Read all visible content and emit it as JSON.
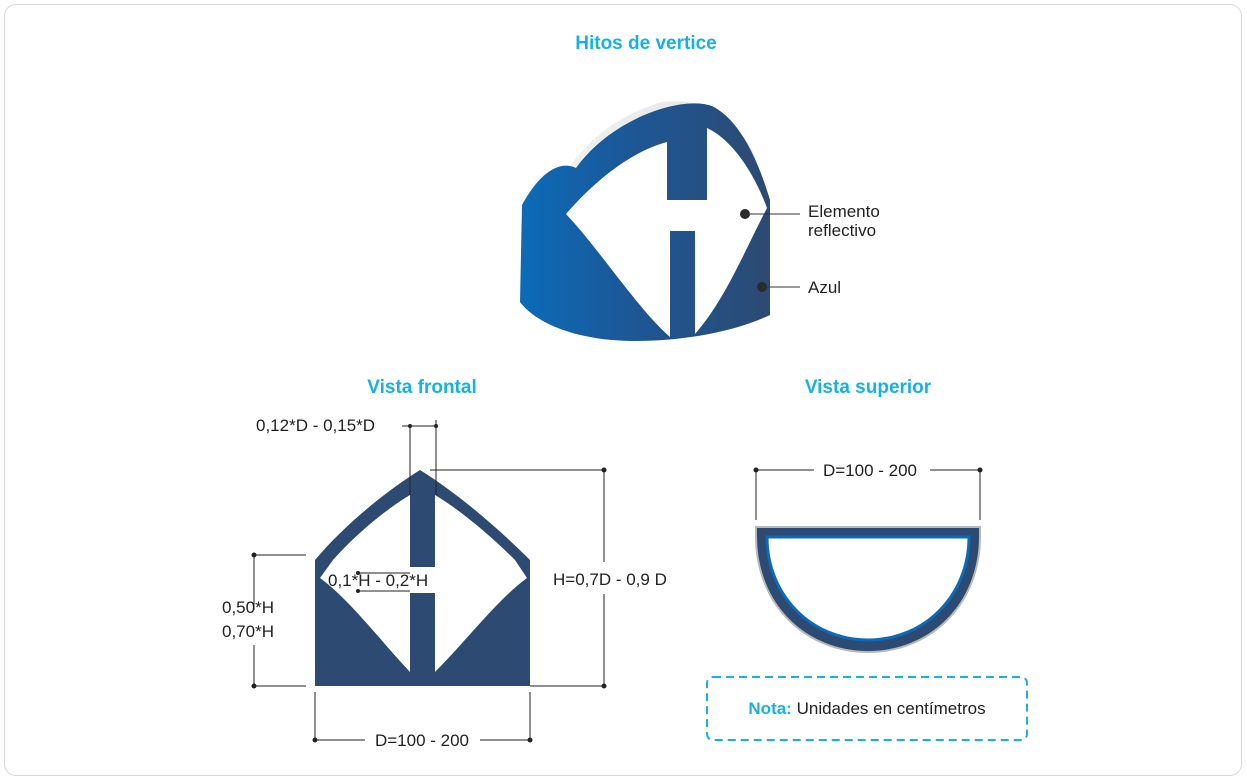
{
  "diagram": {
    "title": "Hitos de vertice",
    "callouts": {
      "reflective": [
        "Elemento",
        "reflectivo"
      ],
      "blue": "Azul"
    },
    "front_view": {
      "title": "Vista frontal",
      "top_gap": "0,12*D - 0,15*D",
      "slot": "0,1*H - 0,2*H",
      "side_height": [
        "0,50*H",
        "0,70*H"
      ],
      "height": "H=0,7D - 0,9 D",
      "width": "D=100 - 200"
    },
    "top_view": {
      "title": "Vista superior",
      "width": "D=100 - 200"
    },
    "note": {
      "key": "Nota:",
      "text": "Unidades en centímetros"
    },
    "colors": {
      "title_blue": "#17b1e6",
      "navy": "#2c4a72",
      "bright_blue": "#0b6bb8",
      "reflective": "#ffffff"
    }
  }
}
